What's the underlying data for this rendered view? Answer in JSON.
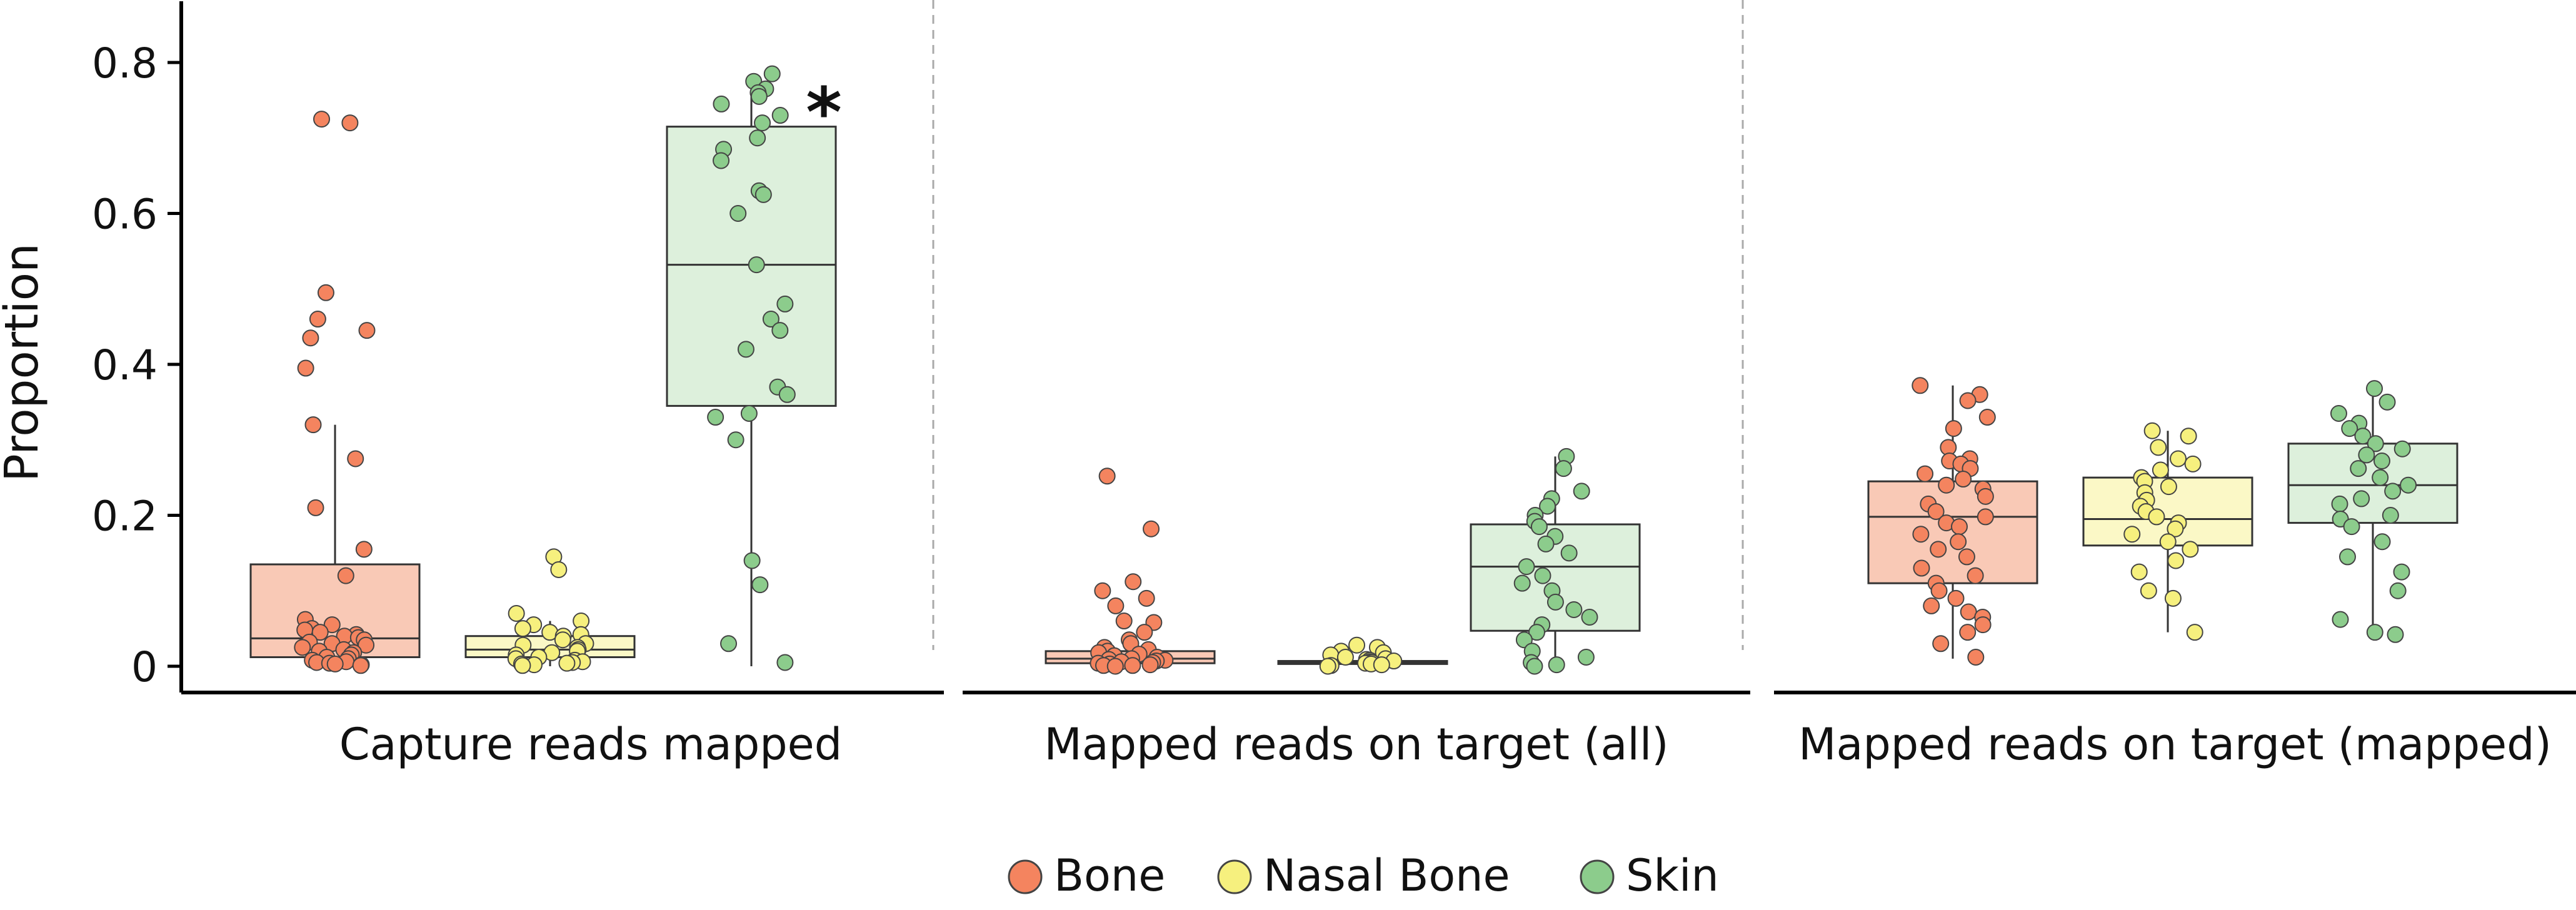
{
  "chart_data": {
    "type": "box",
    "title": "",
    "ylabel": "Proportion",
    "ylim": [
      -0.04,
      0.86
    ],
    "yticks": [
      0,
      0.2,
      0.4,
      0.6,
      0.8
    ],
    "ytick_labels": [
      "0",
      "0.2",
      "0.4",
      "0.6",
      "0.8"
    ],
    "grid": false,
    "legend_position": "bottom-center",
    "groups": [
      {
        "name": "Bone",
        "color": "#f4845f",
        "box_fill": "#f9c9b6"
      },
      {
        "name": "Nasal Bone",
        "color": "#f6f07e",
        "box_fill": "#fbf8c6"
      },
      {
        "name": "Skin",
        "color": "#8ccc8c",
        "box_fill": "#ddf0dc"
      }
    ],
    "panels": [
      {
        "xlabel": "Capture reads mapped",
        "annotation": "*",
        "boxes": [
          {
            "group": "Bone",
            "q1": 0.012,
            "median": 0.037,
            "q3": 0.135,
            "whisker_low": 0.0,
            "whisker_high": 0.32,
            "points": [
              0.725,
              0.72,
              0.495,
              0.46,
              0.445,
              0.435,
              0.395,
              0.32,
              0.275,
              0.21,
              0.155,
              0.12,
              0.062,
              0.055,
              0.05,
              0.048,
              0.045,
              0.042,
              0.04,
              0.038,
              0.035,
              0.032,
              0.03,
              0.028,
              0.025,
              0.022,
              0.02,
              0.018,
              0.015,
              0.012,
              0.01,
              0.008,
              0.006,
              0.005,
              0.004,
              0.003,
              0.002,
              0.001
            ]
          },
          {
            "group": "Nasal Bone",
            "q1": 0.012,
            "median": 0.022,
            "q3": 0.04,
            "whisker_low": 0.0,
            "whisker_high": 0.06,
            "points": [
              0.145,
              0.128,
              0.07,
              0.06,
              0.055,
              0.05,
              0.045,
              0.042,
              0.04,
              0.035,
              0.03,
              0.028,
              0.025,
              0.022,
              0.02,
              0.018,
              0.015,
              0.012,
              0.01,
              0.008,
              0.006,
              0.005,
              0.004,
              0.003,
              0.002,
              0.001
            ]
          },
          {
            "group": "Skin",
            "q1": 0.345,
            "median": 0.532,
            "q3": 0.715,
            "whisker_low": 0.0,
            "whisker_high": 0.785,
            "points": [
              0.785,
              0.775,
              0.765,
              0.76,
              0.755,
              0.745,
              0.73,
              0.72,
              0.7,
              0.685,
              0.67,
              0.63,
              0.625,
              0.6,
              0.532,
              0.48,
              0.46,
              0.445,
              0.42,
              0.37,
              0.36,
              0.335,
              0.33,
              0.3,
              0.14,
              0.108,
              0.03,
              0.005
            ]
          }
        ]
      },
      {
        "xlabel": "Mapped reads on target (all)",
        "boxes": [
          {
            "group": "Bone",
            "q1": 0.004,
            "median": 0.01,
            "q3": 0.02,
            "whisker_low": 0.0,
            "whisker_high": 0.03,
            "points": [
              0.252,
              0.182,
              0.112,
              0.1,
              0.09,
              0.08,
              0.06,
              0.058,
              0.045,
              0.035,
              0.03,
              0.025,
              0.022,
              0.02,
              0.018,
              0.016,
              0.014,
              0.012,
              0.01,
              0.009,
              0.008,
              0.007,
              0.006,
              0.005,
              0.004,
              0.003,
              0.002,
              0.001,
              0.001,
              0.0
            ]
          },
          {
            "group": "Nasal Bone",
            "q1": 0.003,
            "median": 0.005,
            "q3": 0.007,
            "whisker_low": 0.0,
            "whisker_high": 0.01,
            "points": [
              0.028,
              0.025,
              0.02,
              0.018,
              0.015,
              0.012,
              0.01,
              0.009,
              0.008,
              0.007,
              0.006,
              0.005,
              0.004,
              0.003,
              0.002,
              0.001,
              0.0
            ]
          },
          {
            "group": "Skin",
            "q1": 0.047,
            "median": 0.132,
            "q3": 0.188,
            "whisker_low": 0.0,
            "whisker_high": 0.278,
            "points": [
              0.278,
              0.262,
              0.232,
              0.222,
              0.212,
              0.2,
              0.192,
              0.185,
              0.172,
              0.162,
              0.15,
              0.132,
              0.12,
              0.11,
              0.1,
              0.085,
              0.075,
              0.065,
              0.055,
              0.045,
              0.035,
              0.02,
              0.012,
              0.005,
              0.002,
              0.0
            ]
          }
        ]
      },
      {
        "xlabel": "Mapped reads on target (mapped)",
        "boxes": [
          {
            "group": "Bone",
            "q1": 0.11,
            "median": 0.198,
            "q3": 0.245,
            "whisker_low": 0.01,
            "whisker_high": 0.372,
            "points": [
              0.372,
              0.36,
              0.352,
              0.33,
              0.315,
              0.29,
              0.275,
              0.272,
              0.268,
              0.262,
              0.255,
              0.248,
              0.24,
              0.235,
              0.225,
              0.215,
              0.205,
              0.198,
              0.19,
              0.185,
              0.175,
              0.165,
              0.155,
              0.145,
              0.13,
              0.12,
              0.11,
              0.1,
              0.09,
              0.08,
              0.072,
              0.065,
              0.055,
              0.045,
              0.03,
              0.012
            ]
          },
          {
            "group": "Nasal Bone",
            "q1": 0.16,
            "median": 0.195,
            "q3": 0.25,
            "whisker_low": 0.045,
            "whisker_high": 0.312,
            "points": [
              0.312,
              0.305,
              0.29,
              0.275,
              0.268,
              0.26,
              0.25,
              0.245,
              0.238,
              0.23,
              0.22,
              0.212,
              0.205,
              0.198,
              0.19,
              0.182,
              0.175,
              0.165,
              0.155,
              0.14,
              0.125,
              0.1,
              0.09,
              0.045
            ]
          },
          {
            "group": "Skin",
            "q1": 0.19,
            "median": 0.24,
            "q3": 0.295,
            "whisker_low": 0.042,
            "whisker_high": 0.368,
            "points": [
              0.368,
              0.35,
              0.335,
              0.322,
              0.315,
              0.305,
              0.295,
              0.288,
              0.28,
              0.272,
              0.262,
              0.25,
              0.24,
              0.232,
              0.222,
              0.215,
              0.2,
              0.195,
              0.185,
              0.165,
              0.145,
              0.125,
              0.1,
              0.062,
              0.045,
              0.042
            ]
          }
        ]
      }
    ]
  }
}
